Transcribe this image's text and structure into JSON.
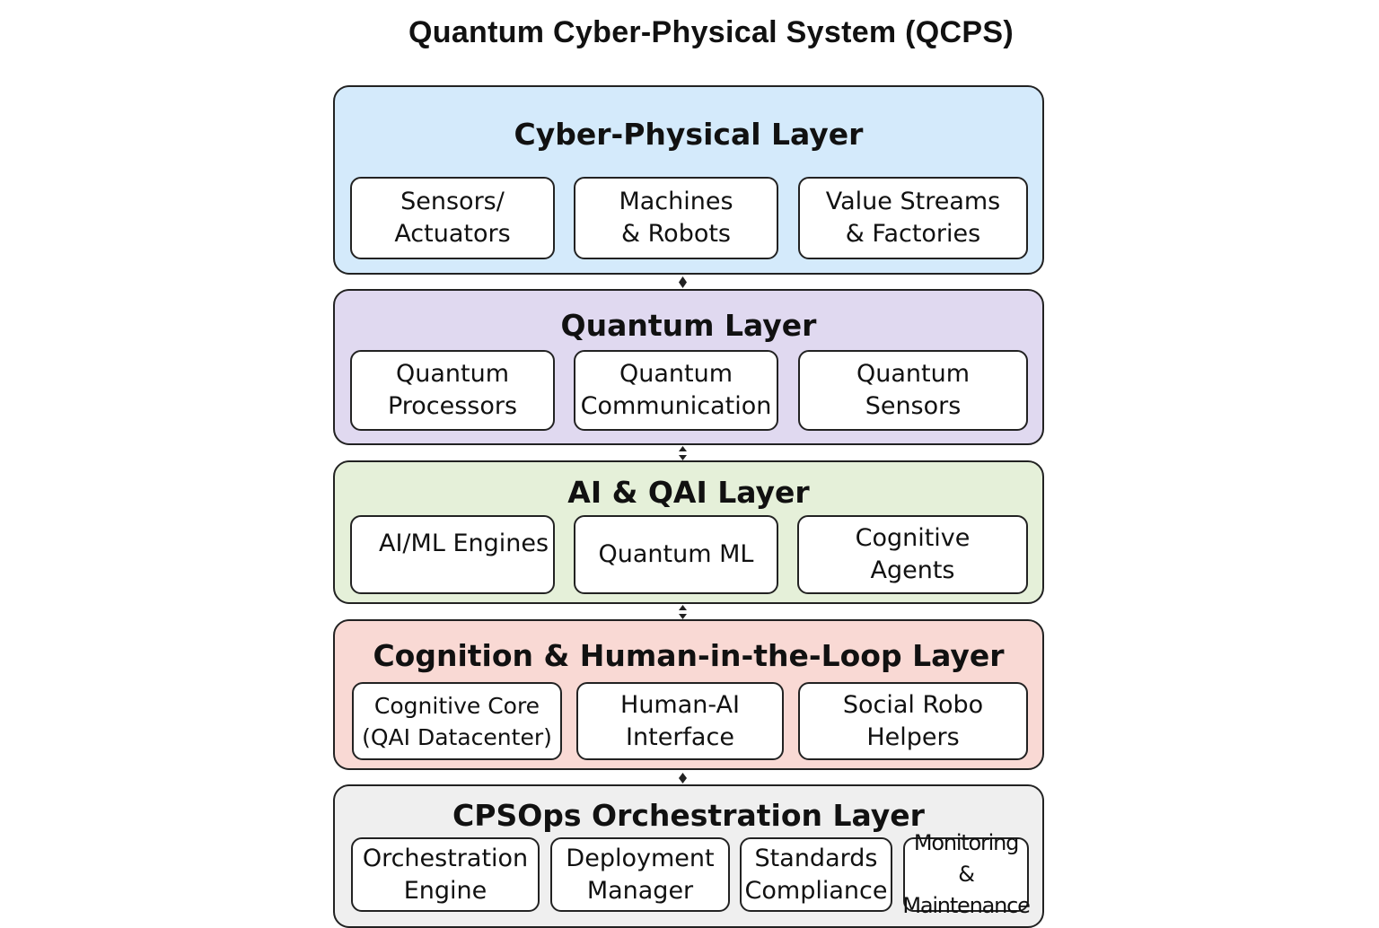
{
  "diagram": {
    "title": "Quantum Cyber-Physical System (QCPS)",
    "colors": {
      "cyber_physical": "#d4eafb",
      "quantum": "#e0d9f0",
      "ai_qai": "#e5f0d9",
      "cognition": "#f9d9d4",
      "cpsops": "#efefef",
      "border": "#222222"
    },
    "layers": [
      {
        "title": "Cyber-Physical Layer",
        "components": [
          {
            "label": "Sensors/\nActuators"
          },
          {
            "label": "Machines\n& Robots"
          },
          {
            "label": "Value Streams\n& Factories"
          }
        ]
      },
      {
        "title": "Quantum Layer",
        "components": [
          {
            "label": "Quantum\nProcessors"
          },
          {
            "label": "Quantum\nCommunication"
          },
          {
            "label": "Quantum\nSensors"
          }
        ]
      },
      {
        "title": "AI & QAI Layer",
        "components": [
          {
            "label": "AI/ML Engines"
          },
          {
            "label": "Quantum ML"
          },
          {
            "label": "Cognitive\nAgents"
          }
        ]
      },
      {
        "title": "Cognition & Human-in-the-Loop Layer",
        "components": [
          {
            "label": "Cognitive Core\n(QAI Datacenter)"
          },
          {
            "label": "Human-AI\nInterface"
          },
          {
            "label": "Social Robo\nHelpers"
          }
        ]
      },
      {
        "title": "CPSOps Orchestration Layer",
        "components": [
          {
            "label": "Orchestration\nEngine"
          },
          {
            "label": "Deployment\nManager"
          },
          {
            "label": "Standards\nCompliance"
          },
          {
            "label": "Monitoring\n& Maintenance"
          }
        ]
      }
    ]
  }
}
